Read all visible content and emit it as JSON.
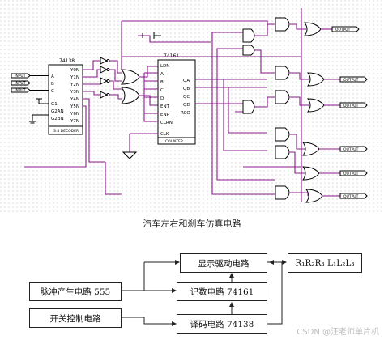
{
  "schematic": {
    "decoder": {
      "part": "74138",
      "footer": "3:8 DECODER",
      "inputs": [
        "A",
        "B",
        "C",
        "G1",
        "G2AN",
        "G2BN"
      ],
      "outputs": [
        "Y0N",
        "Y1N",
        "Y2N",
        "Y3N",
        "Y4N",
        "Y5N",
        "Y6N",
        "Y7N"
      ]
    },
    "counter": {
      "part": "74161",
      "footer": "COUNTER",
      "inputs": [
        "LDN",
        "A",
        "B",
        "C",
        "D",
        "ENT",
        "ENP",
        "CLRN",
        "CLK"
      ],
      "outputs": [
        "QA",
        "QB",
        "QC",
        "QD",
        "RCO"
      ]
    },
    "input_labels": [
      "INPUT",
      "INPUT",
      "INPUT"
    ],
    "output_labels": [
      "OUTPUT",
      "OUTPUT",
      "OUTPUT",
      "OUTPUT",
      "OUTPUT",
      "OUTPUT"
    ]
  },
  "caption": "汽车左右和刹车仿真电路",
  "block_diagram": {
    "display": "显示驱动电路",
    "pulse": "脉冲产生电路 555",
    "counter": "记数电路 74161",
    "switch": "开关控制电路",
    "decoder": "译码电路 74138",
    "lamps": "R₁R₂R₃ L₁L₂L₃"
  },
  "watermark": "CSDN @汪老师单片机"
}
